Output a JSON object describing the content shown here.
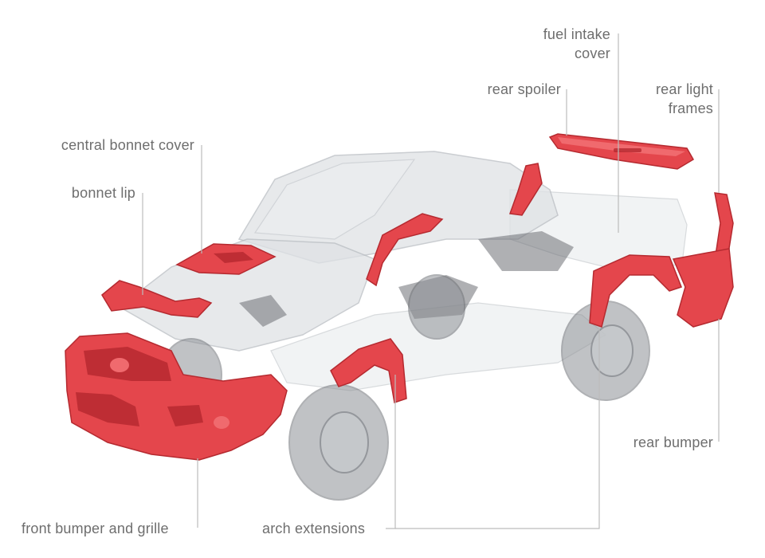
{
  "colors": {
    "accent_part": "#e4464c",
    "label_text": "#6e6e6e",
    "leader_line": "#bcbcbc",
    "vehicle_ghost": "#dfe2e5"
  },
  "labels": {
    "fuel_intake_cover": "fuel intake\ncover",
    "rear_spoiler": "rear spoiler",
    "rear_light_frames": "rear light\nframes",
    "central_bonnet_cover": "central bonnet cover",
    "bonnet_lip": "bonnet lip",
    "rear_bumper": "rear bumper",
    "front_bumper_and_grille": "front bumper and grille",
    "arch_extensions": "arch extensions"
  }
}
